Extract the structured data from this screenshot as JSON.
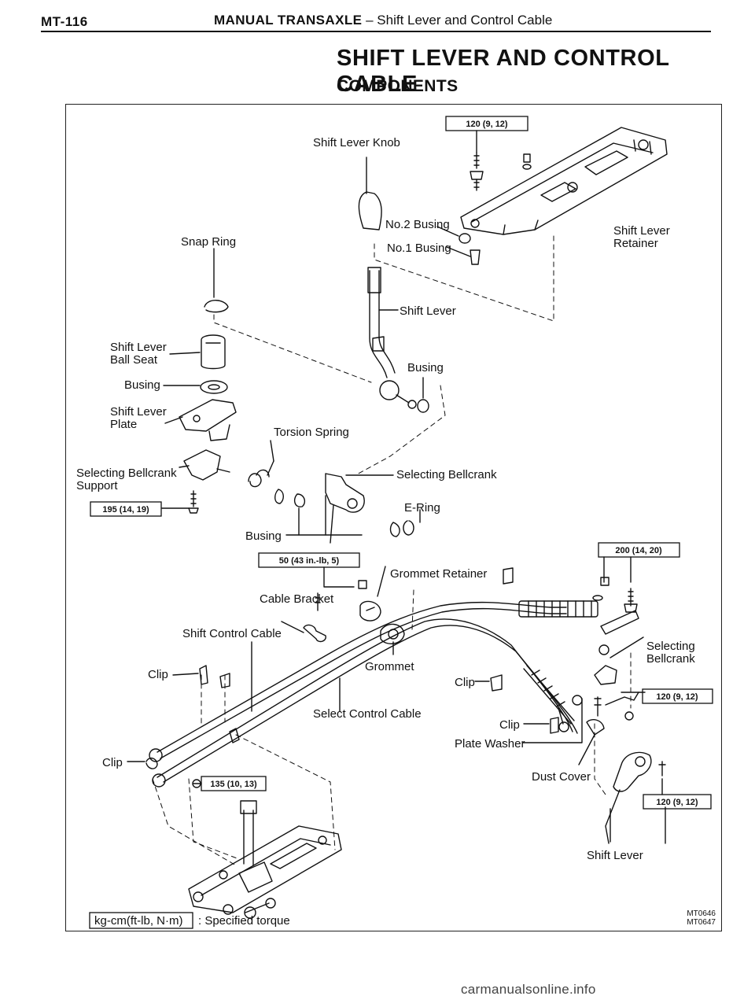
{
  "header": {
    "page_number": "MT-116",
    "section": "MANUAL TRANSAXLE",
    "topic": "Shift Lever and Control Cable"
  },
  "title": "SHIFT LEVER AND CONTROL CABLE",
  "subtitle": "COMPONENTS",
  "labels": {
    "shift_lever_knob": "Shift Lever Knob",
    "no2_busing": "No.2 Busing",
    "no1_busing": "No.1 Busing",
    "shift_lever_retainer_1": "Shift Lever",
    "shift_lever_retainer_2": "Retainer",
    "snap_ring": "Snap Ring",
    "shift_lever_top": "Shift Lever",
    "ball_seat_1": "Shift Lever",
    "ball_seat_2": "Ball Seat",
    "busing_left": "Busing",
    "busing_right": "Busing",
    "lever_plate_1": "Shift Lever",
    "lever_plate_2": "Plate",
    "torsion_spring": "Torsion Spring",
    "bellcrank_support_1": "Selecting Bellcrank",
    "bellcrank_support_2": "Support",
    "selecting_bellcrank": "Selecting Bellcrank",
    "e_ring": "E-Ring",
    "busing_bottom": "Busing",
    "grommet_retainer": "Grommet Retainer",
    "cable_bracket": "Cable Bracket",
    "shift_control_cable": "Shift Control Cable",
    "grommet": "Grommet",
    "clip_1": "Clip",
    "clip_2": "Clip",
    "clip_3": "Clip",
    "clip_4": "Clip",
    "select_control_cable": "Select Control Cable",
    "plate_washer": "Plate Washer",
    "dust_cover": "Dust Cover",
    "selecting_bellcrank_right_1": "Selecting",
    "selecting_bellcrank_right_2": "Bellcrank",
    "shift_lever_bottom": "Shift Lever"
  },
  "torques": {
    "t_top": "120 (9, 12)",
    "t_support": "195 (14, 19)",
    "t_bracket": "50 (43 in.-lb, 5)",
    "t_right_top": "200 (14, 20)",
    "t_right_mid": "120 (9, 12)",
    "t_right_bottom": "120 (9, 12)",
    "t_bottom": "135 (10, 13)"
  },
  "legend": {
    "unit_box": "kg-cm(ft-lb, N·m)",
    "description": ": Specified torque"
  },
  "figure_codes": [
    "MT0646",
    "MT0647"
  ],
  "watermark": "carmanualsonline.info"
}
